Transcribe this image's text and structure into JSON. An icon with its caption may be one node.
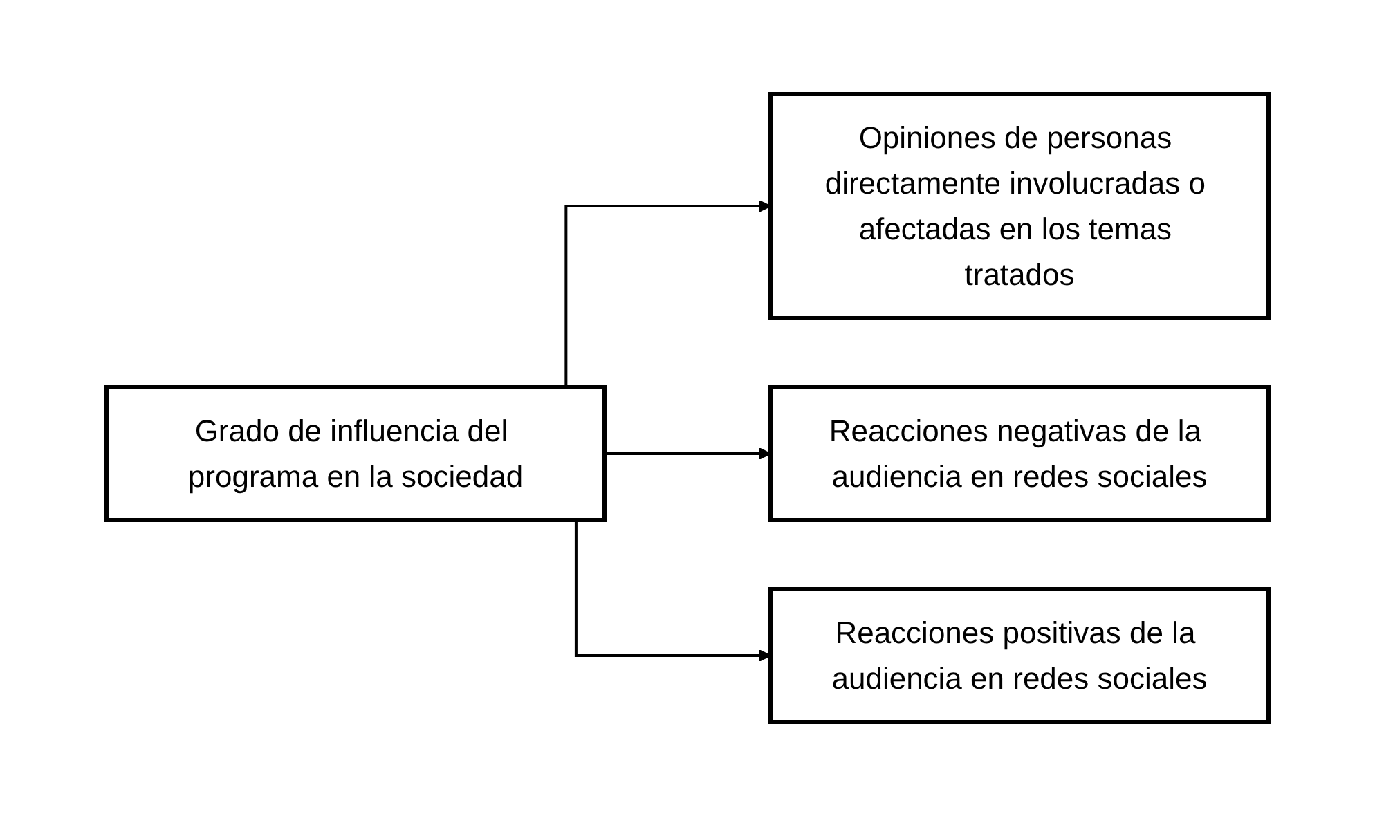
{
  "diagram": {
    "nodes": [
      {
        "text": [
          "Grado de influencia del programa en la sociedad"
        ]
      },
      {
        "text": [
          "Opiniones de personas directamente involucradas o afectadas en los temas tratados"
        ]
      },
      {
        "text": [
          "Reacciones negativas de la audiencia en redes sociales"
        ]
      },
      {
        "text": [
          "Reacciones positivas de la audiencia en redes sociales"
        ]
      }
    ],
    "edges": [
      {
        "from": 0,
        "to": 1,
        "arrow": "to"
      },
      {
        "from": 0,
        "to": 2,
        "arrow": "to"
      },
      {
        "from": 0,
        "to": 3,
        "arrow": "to"
      }
    ]
  }
}
